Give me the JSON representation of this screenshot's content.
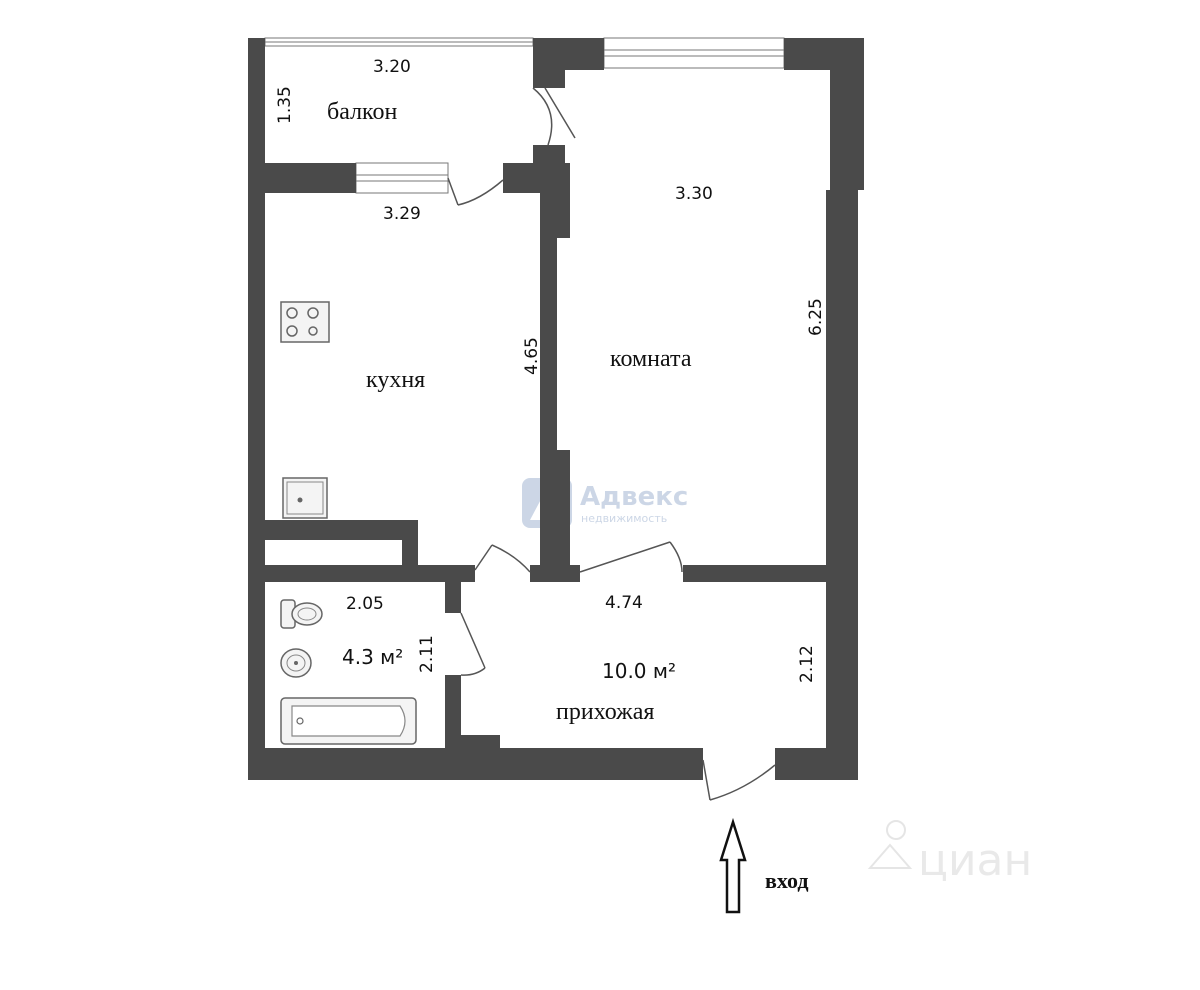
{
  "rooms": {
    "balcony": {
      "name": "балкон",
      "width": "3.20",
      "depth": "1.35"
    },
    "kitchen": {
      "name": "кухня",
      "width": "3.29",
      "length": "4.65"
    },
    "room": {
      "name": "комната",
      "width": "3.30",
      "length": "6.25"
    },
    "bathroom": {
      "width": "2.05",
      "length": "2.11",
      "area": "4.3 м²"
    },
    "hallway": {
      "name": "прихожая",
      "width": "4.74",
      "length": "2.12",
      "area": "10.0 м²"
    }
  },
  "entrance": {
    "label": "вход"
  },
  "watermarks": {
    "agency_name": "Адвекс",
    "agency_tagline": "недвижимость",
    "portal": "циан"
  },
  "colors": {
    "wall": "#4a4a4a",
    "background": "#ffffff"
  }
}
